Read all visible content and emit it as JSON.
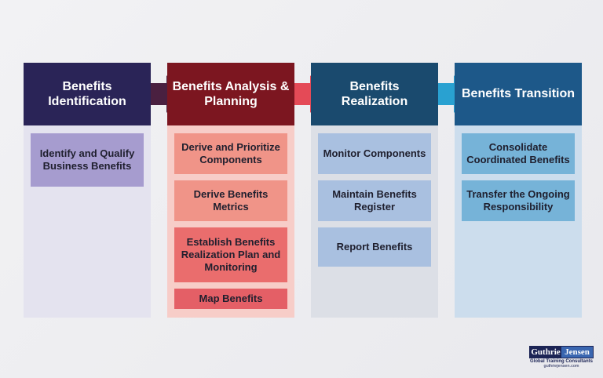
{
  "columns": [
    {
      "title": "Benefits Identification",
      "items": [
        "Identify and Qualify Business Benefits"
      ]
    },
    {
      "title": "Benefits Analysis & Planning",
      "items": [
        "Derive and Prioritize Components",
        "Derive Benefits Metrics",
        "Establish Benefits Realization Plan and Monitoring",
        "Map Benefits"
      ]
    },
    {
      "title": "Benefits Realization",
      "items": [
        "Monitor Components",
        "Maintain Benefits Register",
        "Report Benefits"
      ]
    },
    {
      "title": "Benefits Transition",
      "items": [
        "Consolidate Coordinated Benefits",
        "Transfer the Ongoing Responsibility"
      ]
    }
  ],
  "colors": {
    "col1_head": "#2a2457",
    "col1_body": "#e4e3ef",
    "col1_item": "#a69ccf",
    "col2_head": "#7c1620",
    "col2_body": "#f7cdc8",
    "col3_head": "#1a4a6e",
    "col3_body": "#dcdfe6",
    "col3_item": "#a9c0e0",
    "col4_head": "#1d5889",
    "col4_body": "#ccdded",
    "col4_item": "#76b3d8"
  },
  "logo": {
    "left": "Guthrie",
    "right": "Jensen",
    "tagline": "Global Training Consultants",
    "url": "guthriejensen.com"
  }
}
